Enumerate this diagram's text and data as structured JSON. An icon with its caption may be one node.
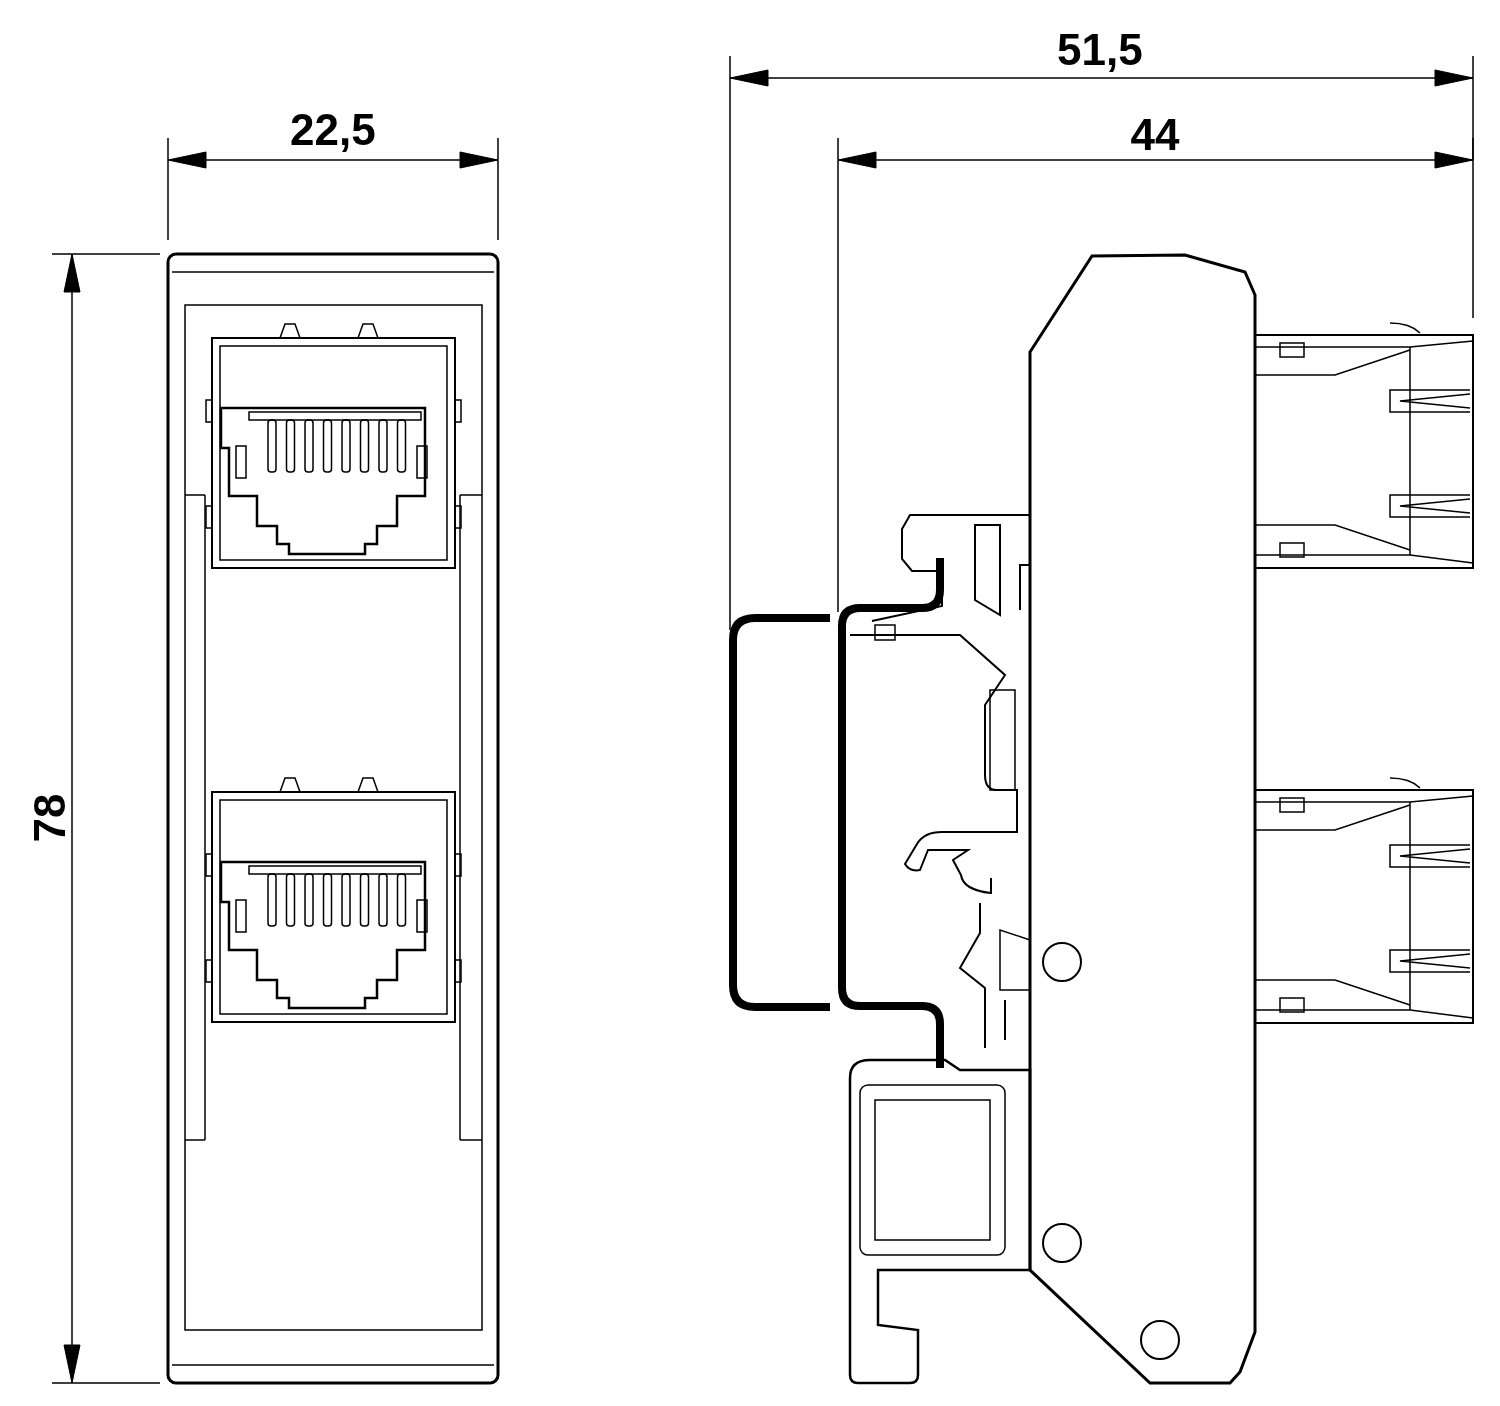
{
  "diagram": {
    "labels": [
      "22,5",
      "78",
      "51,5",
      "44"
    ]
  }
}
